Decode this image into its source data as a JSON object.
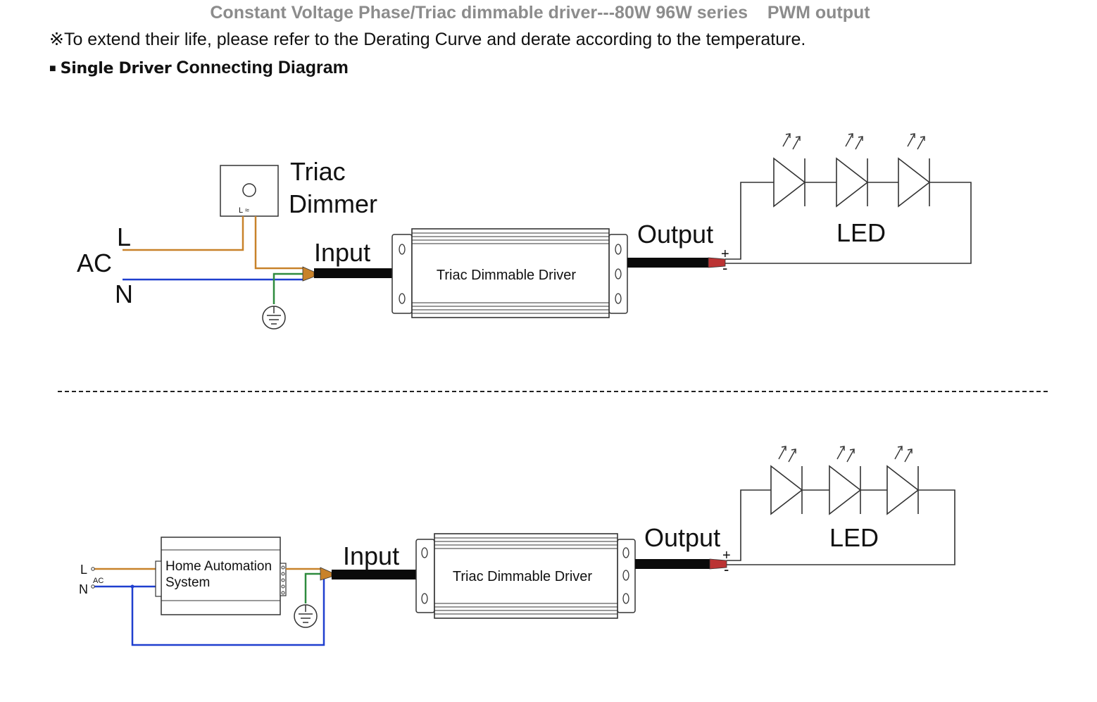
{
  "header": {
    "title": "Constant Voltage Phase/Triac dimmable driver---80W 96W series    PWM output",
    "note": "※To extend their life, please refer to the Derating Curve and derate according to the temperature.",
    "section_bullet": "■",
    "section_heading_a": "Single Driver",
    "section_heading_b": "Connecting Diagram"
  },
  "diagram1": {
    "dimmer_label_1": "Triac",
    "dimmer_label_2": "Dimmer",
    "dimmer_terminals": "L ≈",
    "ac_label": "AC",
    "l_label": "L",
    "n_label": "N",
    "input_label": "Input",
    "driver_label": "Triac Dimmable Driver",
    "output_label": "Output",
    "plus": "+",
    "minus": "-",
    "led_label": "LED"
  },
  "diagram2": {
    "home_label_1": "Home Automation",
    "home_label_2": "System",
    "l_label": "L",
    "n_label": "N",
    "ac_label": "AC",
    "input_label": "Input",
    "driver_label": "Triac Dimmable Driver",
    "output_label": "Output",
    "plus": "+",
    "minus": "-",
    "led_label": "LED"
  },
  "colors": {
    "live_wire": "#c8822a",
    "neutral_wire": "#1f3fcf",
    "ground_wire": "#2e8b3e",
    "cable": "#0a0a0a",
    "title_grey": "#8c8c8c"
  }
}
